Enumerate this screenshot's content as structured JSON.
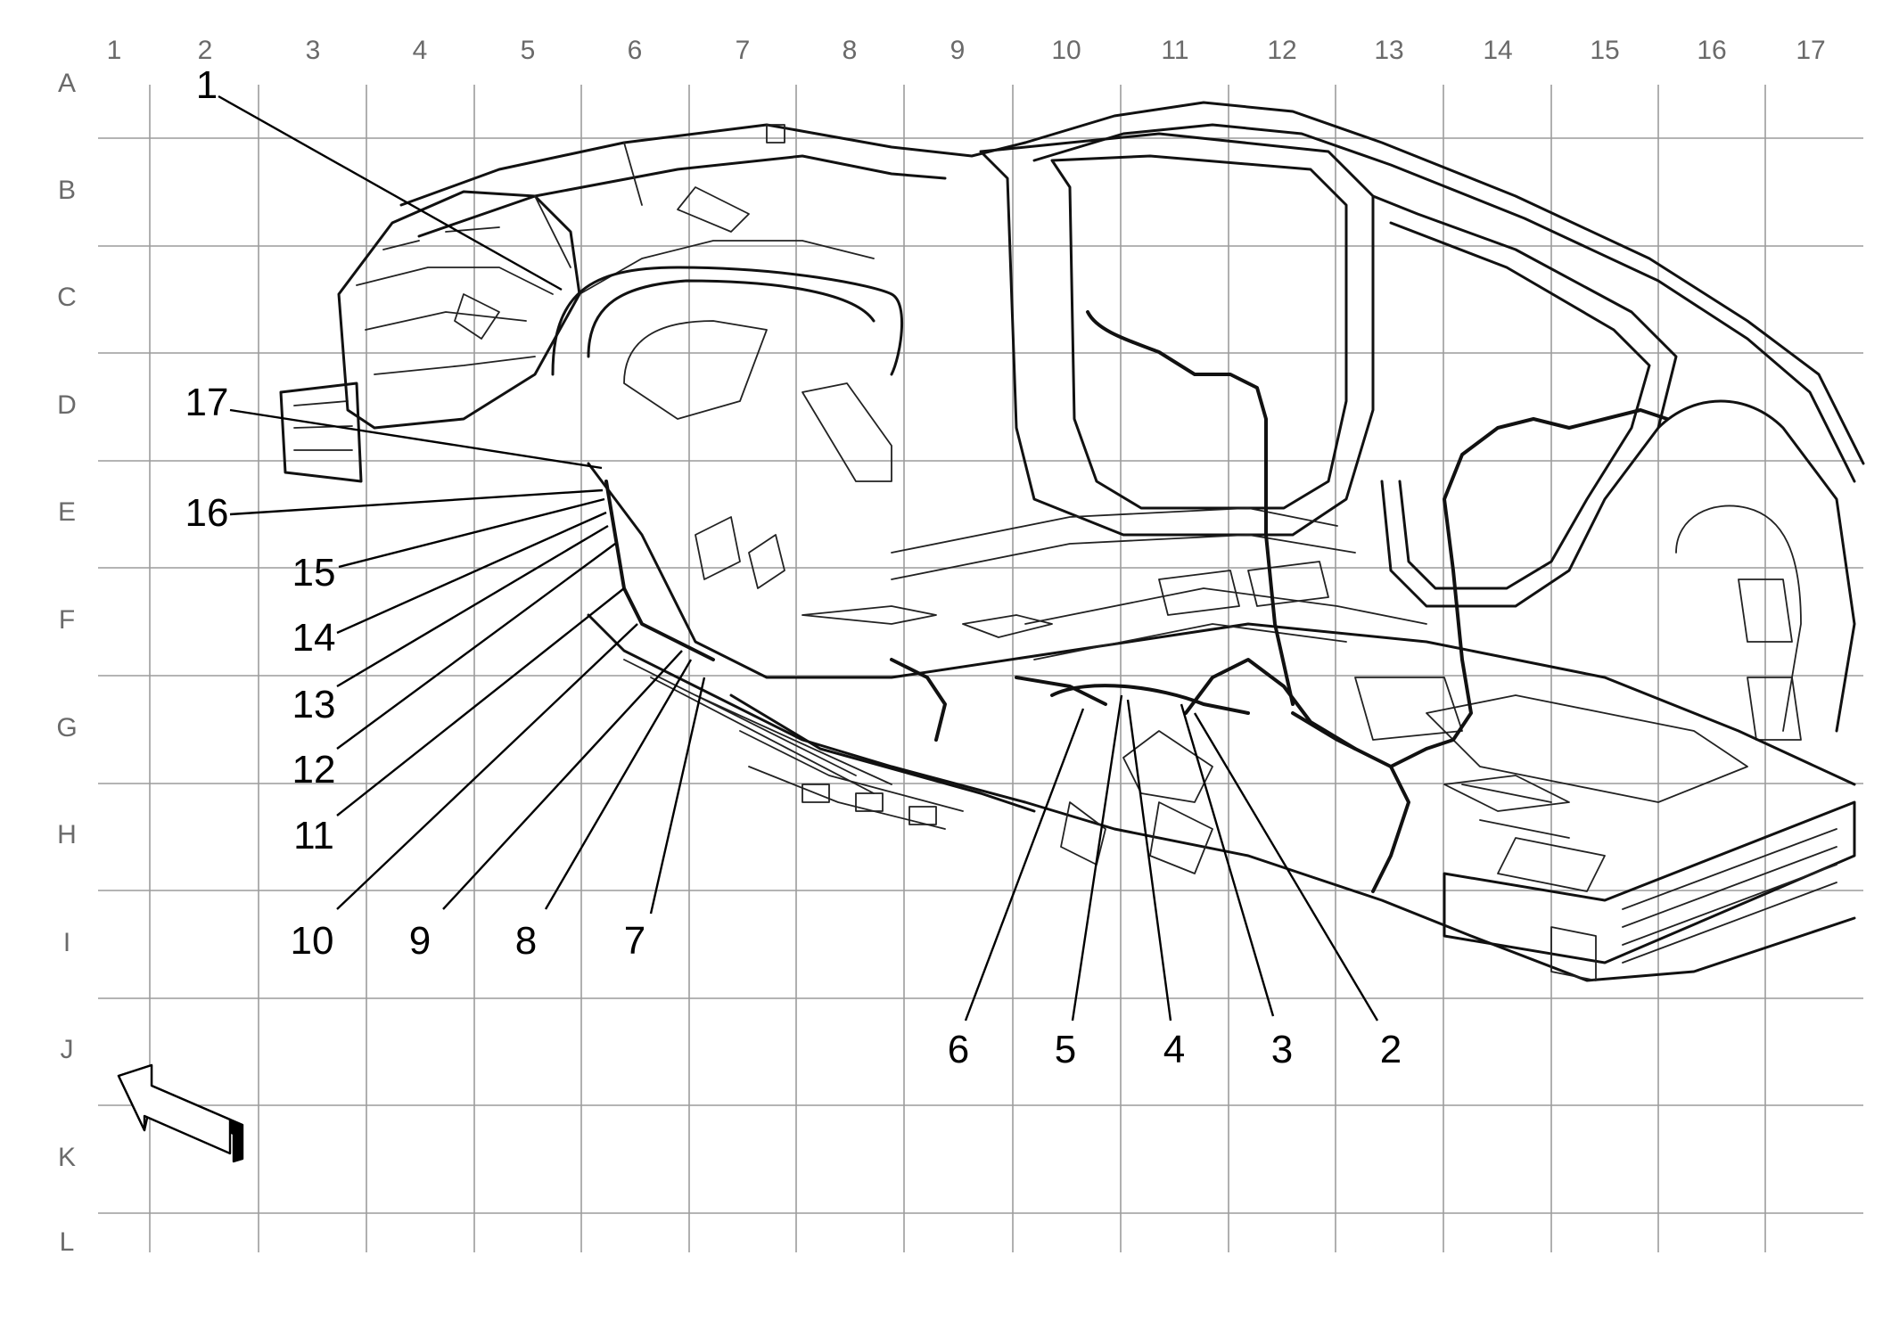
{
  "grid": {
    "columns": [
      "1",
      "2",
      "3",
      "4",
      "5",
      "6",
      "7",
      "8",
      "9",
      "10",
      "11",
      "12",
      "13",
      "14",
      "15",
      "16",
      "17"
    ],
    "rows": [
      "A",
      "B",
      "C",
      "D",
      "E",
      "F",
      "G",
      "H",
      "I",
      "J",
      "K",
      "L"
    ]
  },
  "callouts": [
    "1",
    "2",
    "3",
    "4",
    "5",
    "6",
    "7",
    "8",
    "9",
    "10",
    "11",
    "12",
    "13",
    "14",
    "15",
    "16",
    "17"
  ],
  "icons": {
    "orientation_arrow": "front-direction-arrow-icon",
    "vehicle": "vehicle-underbody-illustration"
  }
}
